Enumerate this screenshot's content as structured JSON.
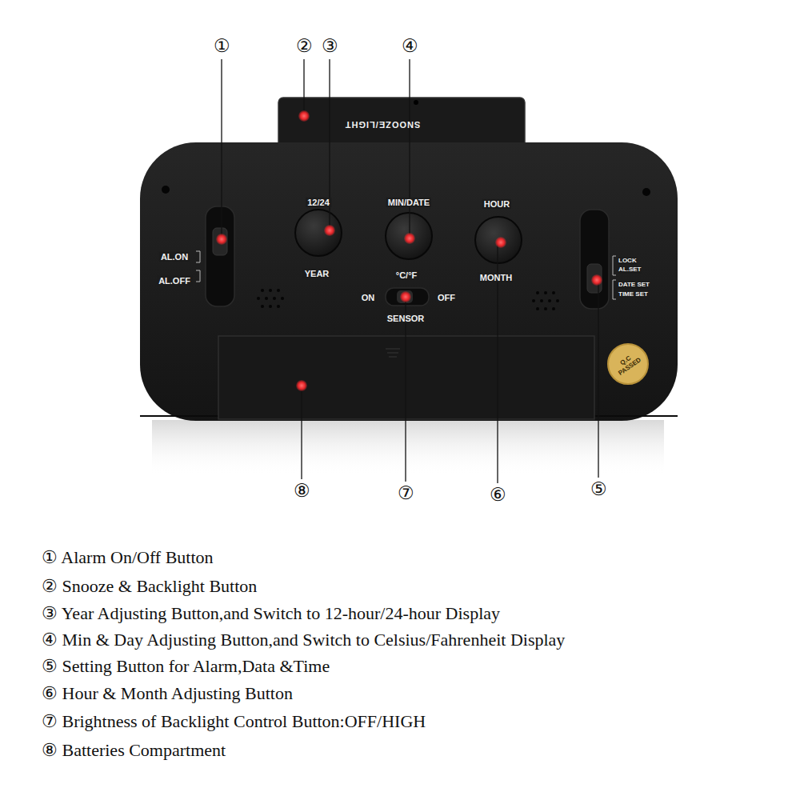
{
  "diagram": {
    "labels": [
      "①",
      "②",
      "③",
      "④",
      "SNOOZE/LIGHT",
      "AL.ON",
      "AL.OFF",
      "12/24",
      "MIN/DATE",
      "HOUR",
      "LOCK",
      "AL.SET",
      "YEAR",
      "°C/°F",
      "MONTH",
      "DATE SET",
      "TIME SET",
      "ON",
      "OFF",
      "SENSOR",
      "Q.C PASSED",
      "⑧",
      "⑦",
      "⑥",
      "⑤",
      "① Alarm On/Off Button",
      "② Snooze & Backlight Button",
      "③ Year Adjusting Button,and Switch to 12-hour/24-hour Display",
      "④ Min & Day Adjusting Button,and Switch to Celsius/Fahrenheit Display",
      "⑤ Setting Button for Alarm,Data &Time",
      "⑥ Hour & Month Adjusting Button",
      "⑦ Brightness of Backlight Control Button:OFF/HIGH",
      "⑧ Batteries Compartment"
    ]
  }
}
